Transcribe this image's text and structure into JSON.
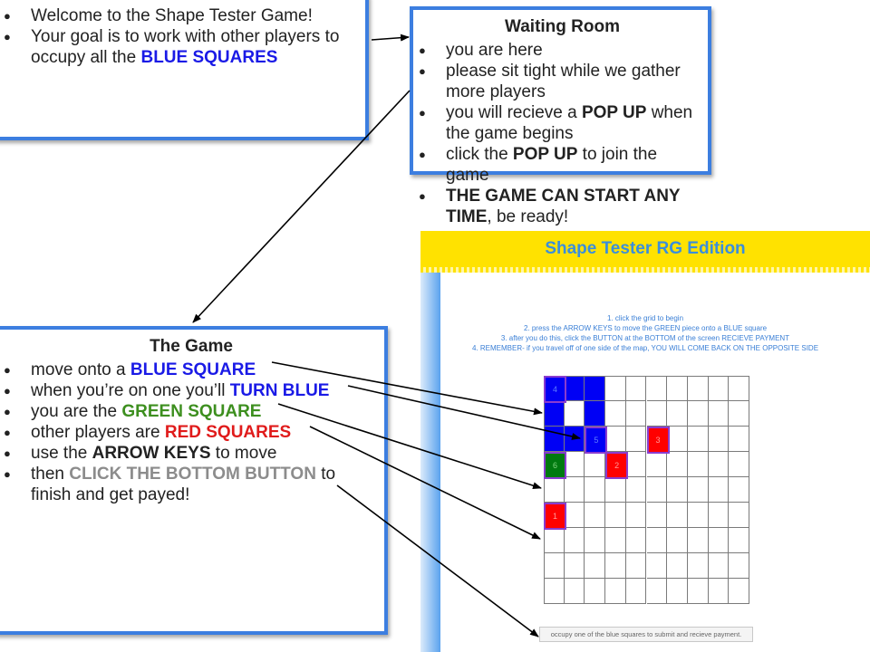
{
  "welcome": {
    "items": [
      [
        {
          "t": "Welcome to the Shape Tester Game!"
        }
      ],
      [
        {
          "t": "Your goal is to work with other players to occupy all the "
        },
        {
          "t": "BLUE SQUARES",
          "b": true,
          "c": "#1a1ae6"
        }
      ]
    ]
  },
  "waiting": {
    "title": "Waiting Room",
    "items": [
      [
        {
          "t": "you are here"
        }
      ],
      [
        {
          "t": "please sit tight while we gather more players"
        }
      ],
      [
        {
          "t": "you will recieve a "
        },
        {
          "t": "POP UP",
          "b": true
        },
        {
          "t": " when the game begins"
        }
      ],
      [
        {
          "t": "click the "
        },
        {
          "t": "POP UP",
          "b": true
        },
        {
          "t": " to join the game"
        }
      ],
      [
        {
          "t": "THE GAME CAN START ANY TIME",
          "b": true
        },
        {
          "t": ", be ready!"
        }
      ]
    ]
  },
  "game": {
    "title": "The Game",
    "items": [
      [
        {
          "t": "move onto a "
        },
        {
          "t": "BLUE SQUARE",
          "b": true,
          "c": "#1a1ae6"
        }
      ],
      [
        {
          "t": "when you’re on one you’ll "
        },
        {
          "t": "TURN BLUE",
          "b": true,
          "c": "#1a1ae6"
        }
      ],
      [
        {
          "t": "you are the "
        },
        {
          "t": "GREEN SQUARE",
          "b": true,
          "c": "#3d8f1f"
        }
      ],
      [
        {
          "t": "other players are "
        },
        {
          "t": "RED SQUARES",
          "b": true,
          "c": "#e01b1b"
        }
      ],
      [
        {
          "t": "use the "
        },
        {
          "t": "ARROW KEYS",
          "b": true
        },
        {
          "t": " to move"
        }
      ],
      [
        {
          "t": "then "
        },
        {
          "t": "CLICK THE BOTTOM BUTTON",
          "b": true,
          "c": "#8c8c8c"
        },
        {
          "t": " to finish and get payed!"
        }
      ]
    ]
  },
  "panel": {
    "title": "Shape Tester RG Edition",
    "instructions": [
      "1.  click the grid to begin",
      "2.  press the ARROW KEYS to move the GREEN piece onto a BLUE square",
      "3.  after you do this, click the BUTTON at the BOTTOM of the screen RECIEVE PAYMENT",
      "4.  REMEMBER- if you travel off of one side of the map, YOU WILL COME BACK ON THE OPPOSITE SIDE"
    ],
    "button_label": "occupy one of the blue squares to submit and recieve payment.",
    "grid": {
      "cols": 10,
      "rows": 9,
      "blue_cells": [
        [
          0,
          0
        ],
        [
          0,
          1
        ],
        [
          0,
          2
        ],
        [
          1,
          0
        ],
        [
          1,
          2
        ],
        [
          2,
          0
        ],
        [
          2,
          1
        ],
        [
          2,
          2
        ]
      ],
      "pieces": [
        {
          "label": "4",
          "color": "blue",
          "row": 0,
          "col": 0
        },
        {
          "label": "5",
          "color": "blue",
          "row": 2,
          "col": 2
        },
        {
          "label": "3",
          "color": "red",
          "row": 2,
          "col": 5
        },
        {
          "label": "6",
          "color": "green",
          "row": 3,
          "col": 0
        },
        {
          "label": "2",
          "color": "red",
          "row": 3,
          "col": 3
        },
        {
          "label": "1",
          "color": "red",
          "row": 5,
          "col": 0
        }
      ]
    }
  }
}
